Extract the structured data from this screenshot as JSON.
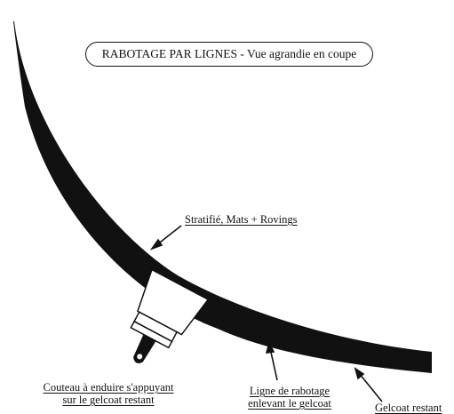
{
  "title": "RABOTAGE PAR LIGNES - Vue agrandie en coupe",
  "labels": {
    "laminate": "Stratifié, Mats  + Rovings",
    "knife_line1": "Couteau à enduire s'appuyant",
    "knife_line2": "sur le gelcoat restant",
    "planing_line1": "Ligne de rabotage",
    "planing_line2": "enlevant le gelcoat",
    "gelcoat": "Gelcoat restant"
  },
  "colors": {
    "ink": "#111111",
    "paper": "#ffffff"
  }
}
